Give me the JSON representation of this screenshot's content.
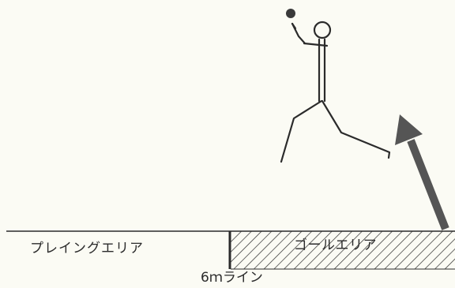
{
  "labels": {
    "playing_area": "プレイングエリア",
    "goal_area": "ゴールエリア",
    "six_m_line": "6ｍライン"
  },
  "colors": {
    "ink": "#2b2b2b",
    "arrow": "#555555",
    "ball": "#3a3a3a",
    "paper": "#fbfbf4"
  }
}
